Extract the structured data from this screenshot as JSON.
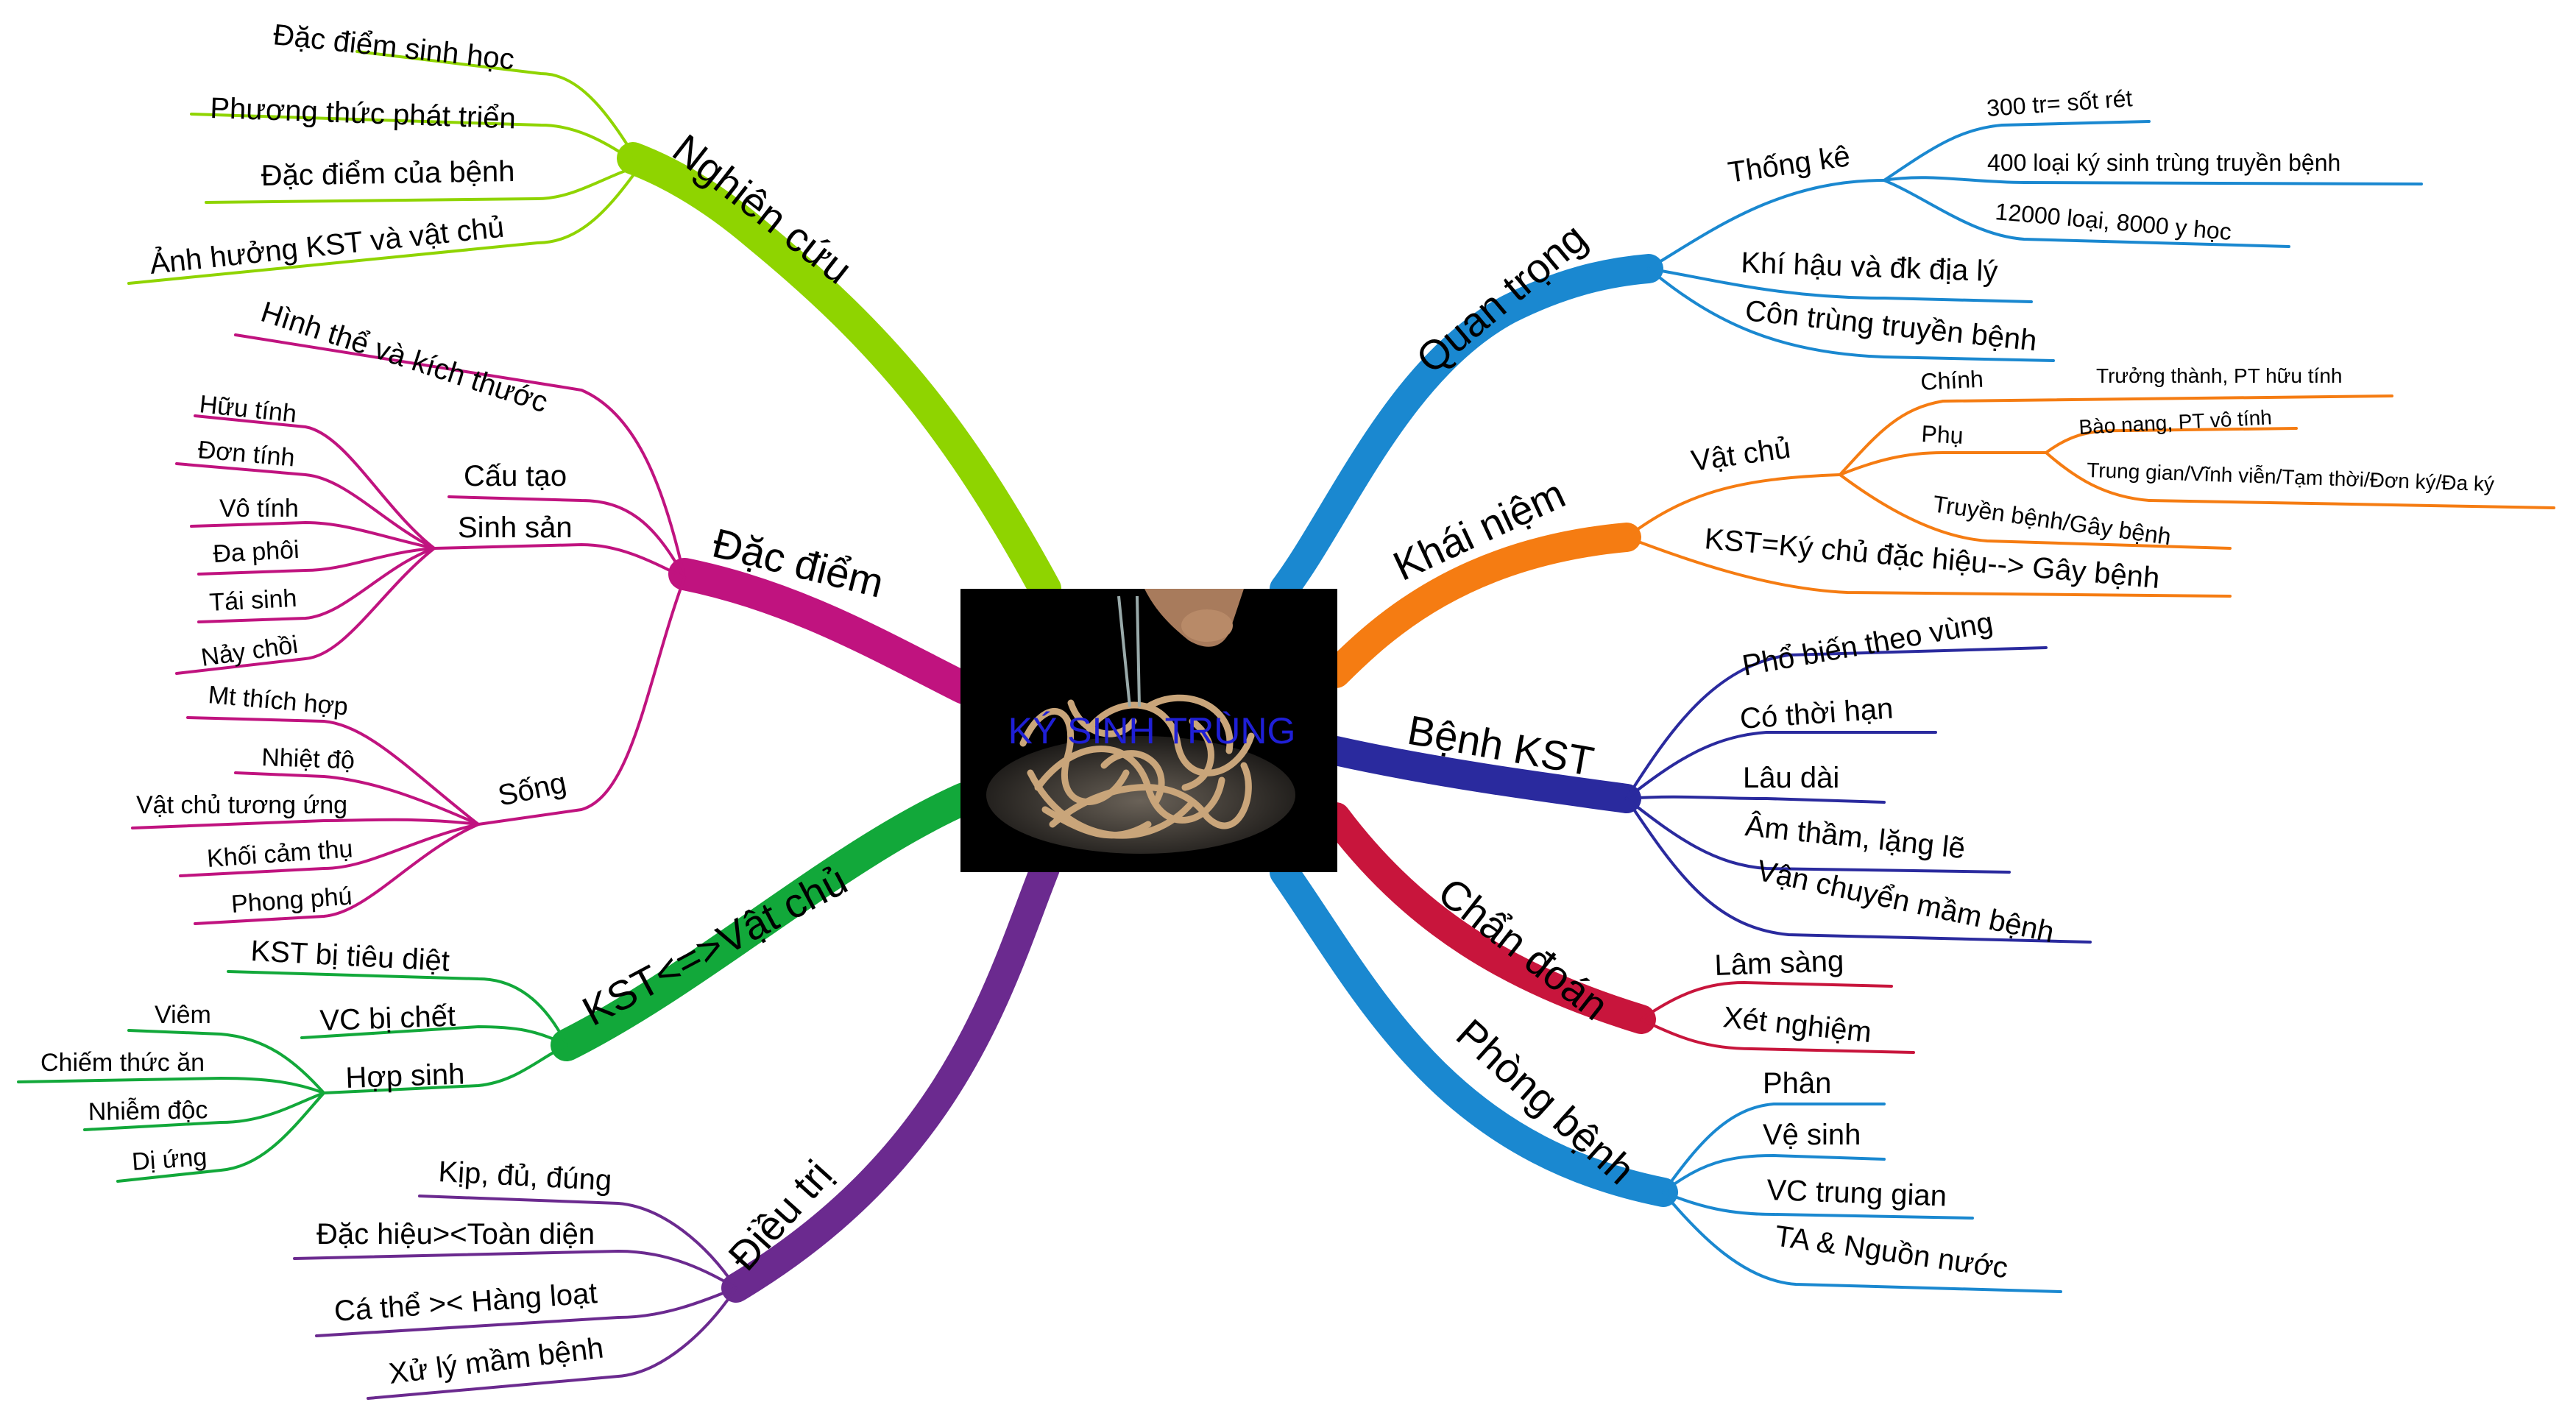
{
  "center": {
    "title": "KÝ SINH TRÙNG",
    "image": "worms-photo"
  },
  "branches": {
    "nghien_cuu": {
      "label": "Nghiên cứu",
      "color": "#8fd400",
      "items": [
        "Đặc điểm sinh học",
        "Phương thức phát triển",
        "Đặc điểm của bệnh",
        "Ảnh hưởng KST và vật chủ"
      ]
    },
    "dac_diem": {
      "label": "Đặc điểm",
      "color": "#c0137f",
      "hinh_the": "Hình thể và kích thước",
      "cau_tao": "Cấu tạo",
      "sinh_san": {
        "label": "Sinh sản",
        "items": [
          "Hữu tính",
          "Đơn tính",
          "Vô tính",
          "Đa phôi",
          "Tái sinh",
          "Nảy chồi"
        ]
      },
      "song": {
        "label": "Sống",
        "items": [
          "Mt thích hợp",
          "Nhiệt độ",
          "Vật chủ tương ứng",
          "Khối cảm thụ",
          "Phong phú"
        ]
      }
    },
    "kst_vat_chu": {
      "label": "KST<=>Vật chủ",
      "color": "#12a83a",
      "kst_bi_tieu_diet": "KST bị tiêu diệt",
      "vc_bi_chet": "VC bị chết",
      "hop_sinh": {
        "label": "Hợp sinh",
        "items": [
          "Viêm",
          "Chiếm thức ăn",
          "Nhiễm độc",
          "Dị ứng"
        ]
      }
    },
    "dieu_tri": {
      "label": "Điều trị",
      "color": "#6b2a8f",
      "items": [
        "Kịp, đủ, đúng",
        "Đặc hiệu><Toàn diện",
        "Cá thể >< Hàng loạt",
        "Xử lý mầm bệnh"
      ]
    },
    "quan_trong": {
      "label": "Quan trọng",
      "color": "#1a88d0",
      "thong_ke": {
        "label": "Thống kê",
        "items": [
          "300 tr= sốt rét",
          "400 loại ký sinh trùng truyền bệnh",
          "12000 loại, 8000 y học"
        ]
      },
      "khi_hau": "Khí hậu và đk địa lý",
      "con_trung": "Côn trùng truyền bệnh"
    },
    "khai_niem": {
      "label": "Khái niệm",
      "color": "#f57c12",
      "vat_chu": {
        "label": "Vật chủ",
        "chinh": {
          "label": "Chính",
          "item": "Trưởng thành, PT hữu tính"
        },
        "phu": {
          "label": "Phụ",
          "items": [
            "Bào nang, PT vô tính",
            "Trung gian/Vĩnh viễn/Tạm thời/Đơn ký/Đa ký"
          ]
        },
        "truyen_benh": "Truyền bệnh/Gây bệnh"
      },
      "kst_def": "KST=Ký chủ đặc hiệu--> Gây bệnh"
    },
    "benh_kst": {
      "label": "Bệnh KST",
      "color": "#2a2a9e",
      "items": [
        "Phổ biến theo vùng",
        "Có thời hạn",
        "Lâu dài",
        "Âm thầm, lặng lẽ",
        "Vận chuyển mầm bệnh"
      ]
    },
    "chan_doan": {
      "label": "Chẩn đoán",
      "color": "#c8153c",
      "items": [
        "Lâm sàng",
        "Xét nghiệm"
      ]
    },
    "phong_benh": {
      "label": "Phòng bệnh",
      "color": "#1a88d0",
      "items": [
        "Phân",
        "Vệ sinh",
        "VC trung gian",
        "TA & Nguồn nước"
      ]
    }
  }
}
